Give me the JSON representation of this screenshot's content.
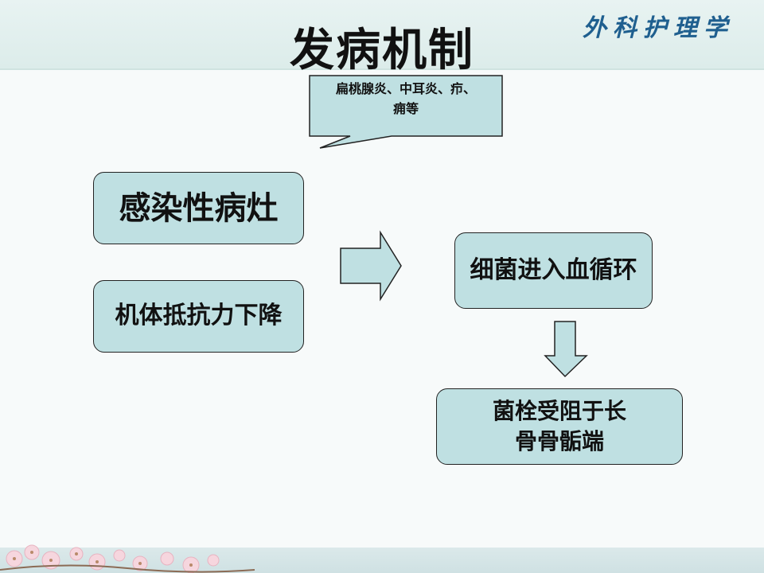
{
  "slide": {
    "title": "发病机制",
    "brand": "外科护理学"
  },
  "diagram": {
    "callout": {
      "line1": "扁桃腺炎、中耳炎、疖、",
      "line2": "痈等"
    },
    "boxes": {
      "infection": "感染性病灶",
      "immunity": "机体抵抗力下降",
      "bacteria": "细菌进入血循环",
      "embolus_line1": "菌栓受阻于长",
      "embolus_line2": "骨骨骺端"
    }
  },
  "colors": {
    "box_fill": "#bfe0e2",
    "arrow_fill": "#bfe0e2",
    "brand": "#1f5f8f"
  }
}
